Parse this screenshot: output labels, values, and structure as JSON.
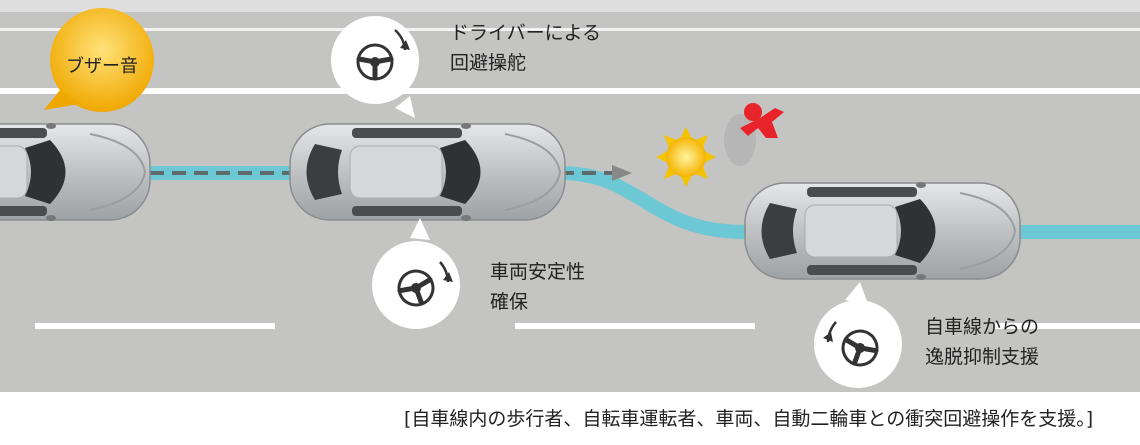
{
  "buzzer": {
    "text": "ブザー音"
  },
  "labels": {
    "driver_avoidance": "ドライバーによる\n回避操舵",
    "stability": "車両安定性\n確保",
    "lane_return": "自車線からの\n逸脱抑制支援"
  },
  "caption": "[自車線内の歩行者、自転車運転者、車両、自動二輪車との衝突回避操作を支援。]",
  "colors": {
    "road": "#c4c4c3",
    "lane_line": "#ffffff",
    "path": "#6cc8d4",
    "car_body": "#c9cacb",
    "buzzer": "#f3b000"
  },
  "icons": [
    "steering-wheel-icon",
    "rotate-arrow-icon",
    "pedestrian-icon",
    "collision-burst-icon"
  ]
}
